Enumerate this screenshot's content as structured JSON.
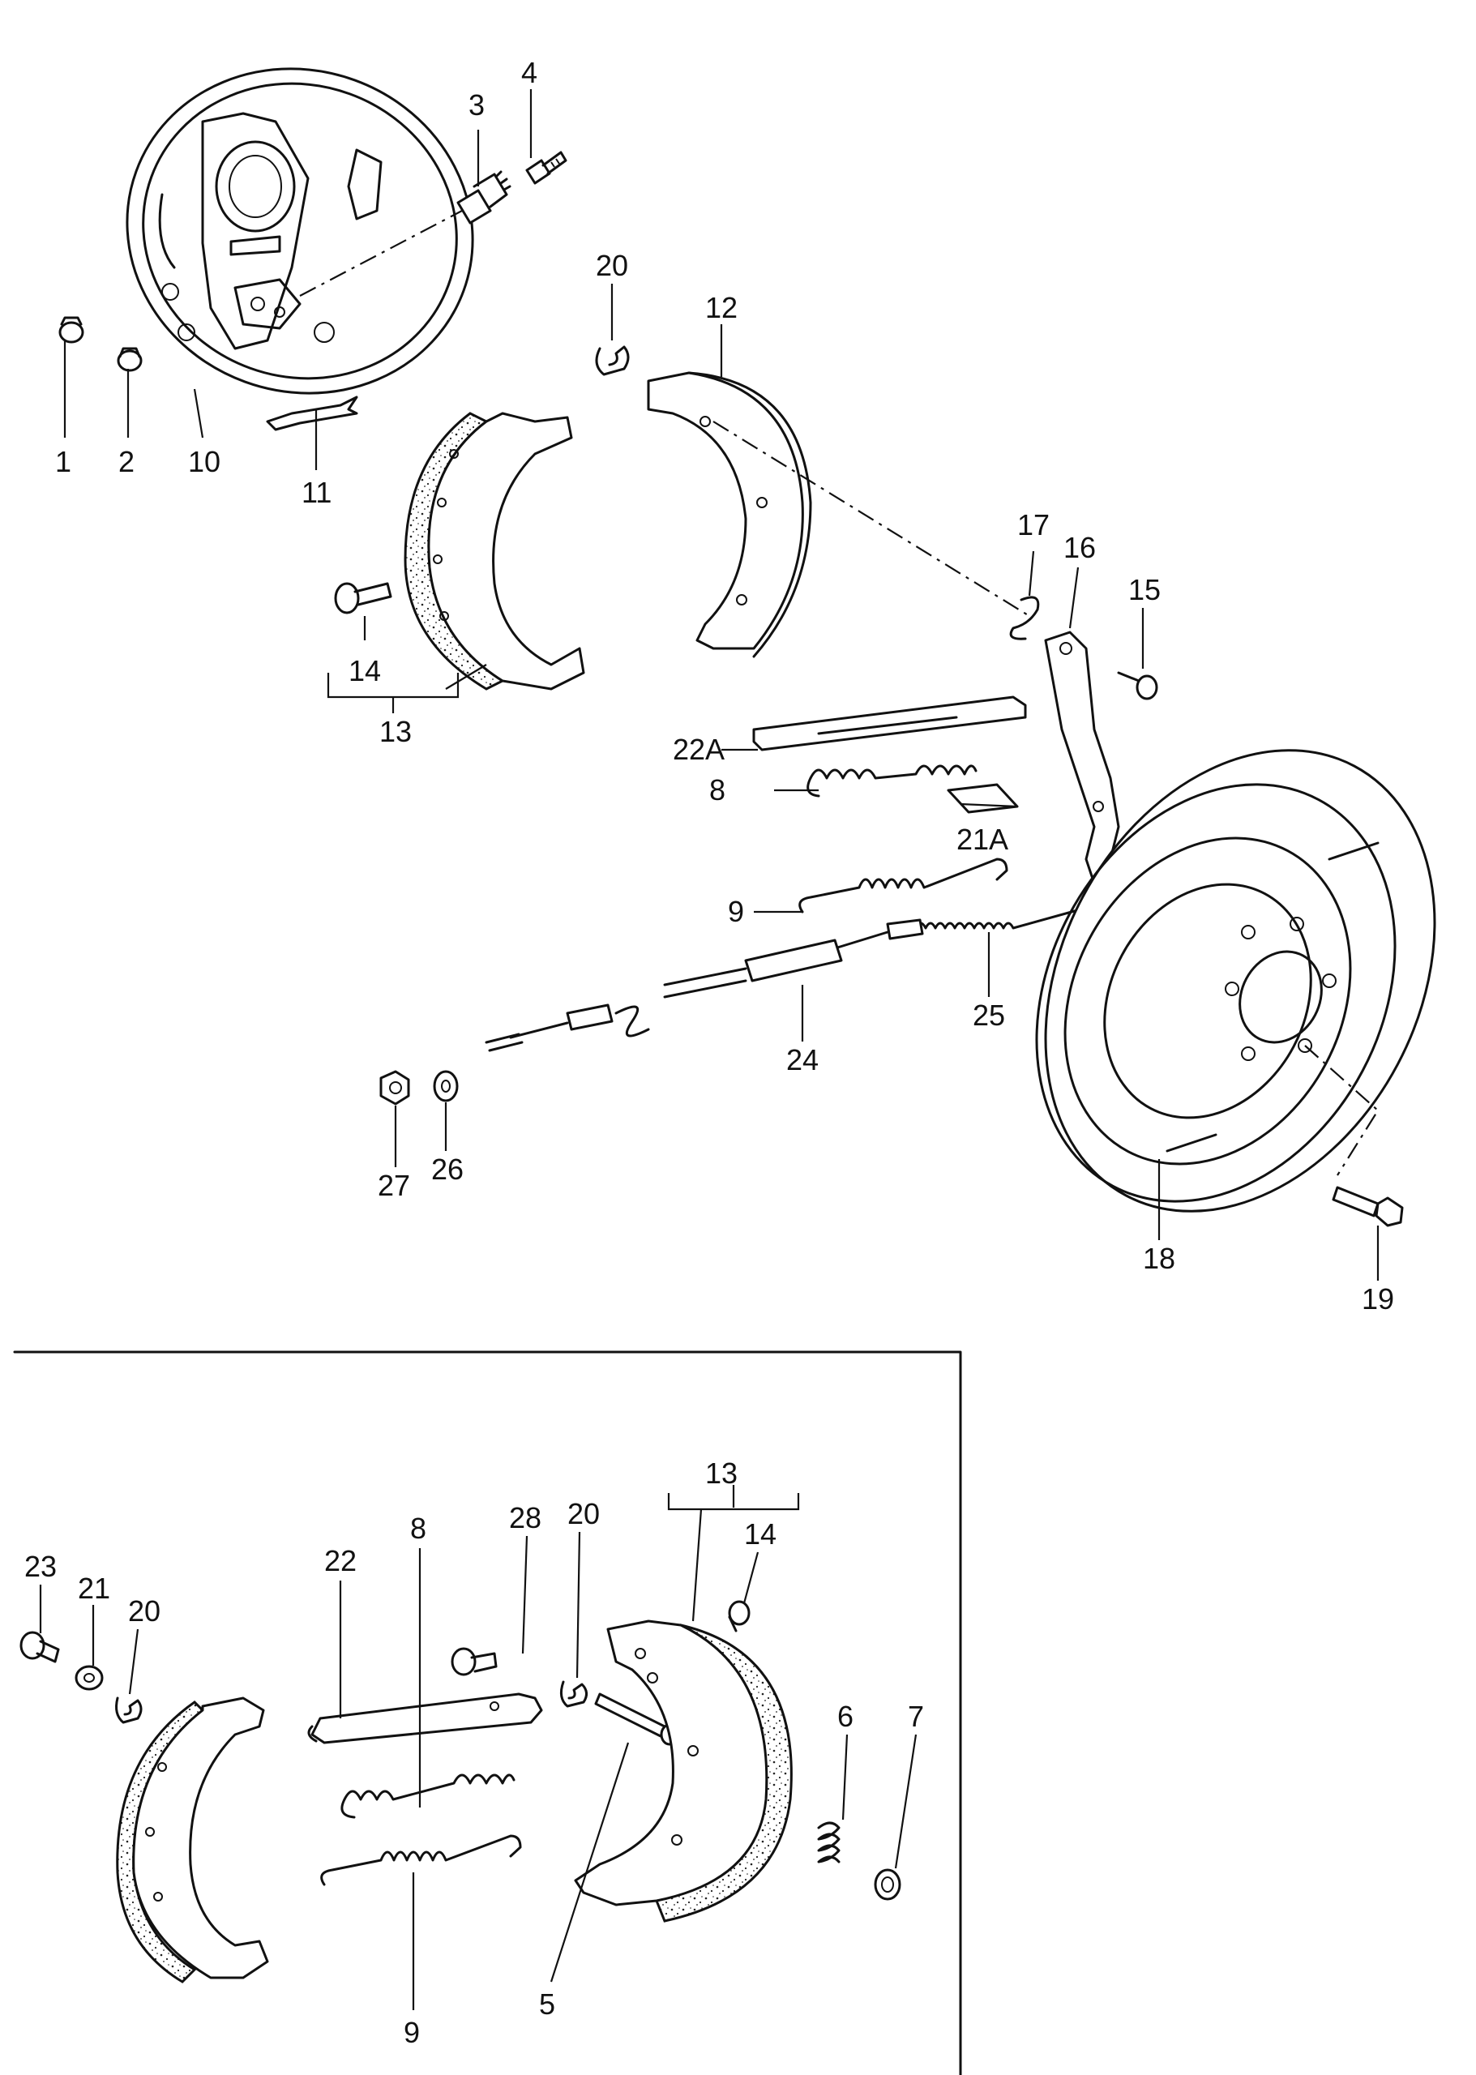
{
  "upper_labels": {
    "l1": "1",
    "l2": "2",
    "l3": "3",
    "l4": "4",
    "l8": "8",
    "l9": "9",
    "l10": "10",
    "l11": "11",
    "l12": "12",
    "l13": "13",
    "l14": "14",
    "l15": "15",
    "l16": "16",
    "l17": "17",
    "l18": "18",
    "l19": "19",
    "l20": "20",
    "l21a": "21A",
    "l22a": "22A",
    "l24": "24",
    "l25": "25",
    "l26": "26",
    "l27": "27"
  },
  "inset_labels": {
    "l5": "5",
    "l6": "6",
    "l7": "7",
    "l8": "8",
    "l9": "9",
    "l13": "13",
    "l14": "14",
    "l20a": "20",
    "l20b": "20",
    "l21": "21",
    "l22": "22",
    "l23": "23",
    "l28": "28"
  }
}
